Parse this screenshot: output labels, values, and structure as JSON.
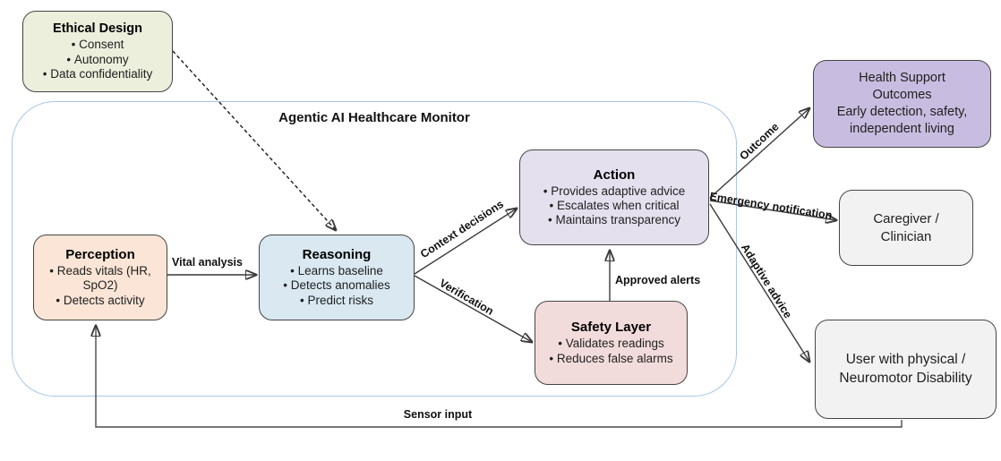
{
  "diagram": {
    "container_title": "Agentic AI Healthcare Monitor",
    "boxes": {
      "ethical": {
        "title": "Ethical Design",
        "items": [
          "Consent",
          "Autonomy",
          "Data confidentiality"
        ]
      },
      "perception": {
        "title": "Perception",
        "items": [
          "Reads vitals (HR, SpO2)",
          "Detects activity"
        ]
      },
      "reasoning": {
        "title": "Reasoning",
        "items": [
          "Learns baseline",
          "Detects anomalies",
          "Predict risks"
        ]
      },
      "action": {
        "title": "Action",
        "items": [
          "Provides adaptive advice",
          "Escalates when critical",
          "Maintains transparency"
        ]
      },
      "safety": {
        "title": "Safety Layer",
        "items": [
          "Validates readings",
          "Reduces false alarms"
        ]
      },
      "health": {
        "lines": [
          "Health Support",
          "Outcomes",
          "Early detection, safety,",
          "independent living"
        ]
      },
      "caregiver": {
        "lines": [
          "Caregiver /",
          "Clinician"
        ]
      },
      "user": {
        "lines": [
          "User with physical /",
          "Neuromotor Disability"
        ]
      }
    },
    "edges": {
      "vital_analysis": "Vital analysis",
      "context_decisions": "Context decisions",
      "verification": "Verification",
      "approved_alerts": "Approved alerts",
      "outcome": "Outcome",
      "emergency_notification": "Emergency notification",
      "adaptive_advice": "Adaptive advice",
      "sensor_input": "Sensor input"
    },
    "colors": {
      "ethical_fill": "#ebefdc",
      "perception_fill": "#fbe5d6",
      "reasoning_fill": "#d9e8f1",
      "action_fill": "#e5e0ee",
      "safety_fill": "#f2dcdb",
      "health_fill": "#c8bde0",
      "neutral_fill": "#f2f2f2",
      "box_border": "#454545",
      "container_border": "#a9c5e5",
      "arrow": "#3a3a3a",
      "text": "#1f1f1f"
    }
  }
}
